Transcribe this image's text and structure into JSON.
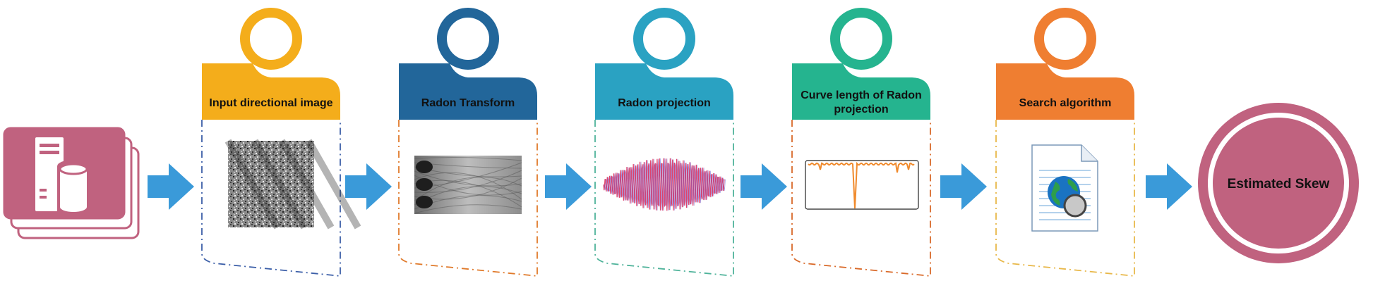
{
  "colors": {
    "source": "#c0627f",
    "arrow": "#3a9ad9",
    "end_ring": "#c0627f",
    "stages": [
      "#f4ad1b",
      "#22669a",
      "#2aa2c2",
      "#25b48f",
      "#ef7e31"
    ],
    "dash": [
      "#3c5fa8",
      "#e07a2b",
      "#4fb39a",
      "#d96a2a",
      "#e8b84a"
    ]
  },
  "stages": [
    {
      "label_lines": [
        "Input directional image"
      ],
      "content_icon": "noise-texture-image"
    },
    {
      "label_lines": [
        "Radon Transform"
      ],
      "content_icon": "radon-sinogram-image"
    },
    {
      "label_lines": [
        "Radon projection"
      ],
      "content_icon": "oscillating-waveform-image"
    },
    {
      "label_lines": [
        "Curve length of Radon",
        "projection"
      ],
      "content_icon": "curve-length-plot-image"
    },
    {
      "label_lines": [
        "Search algorithm"
      ],
      "content_icon": "web-document-icon"
    }
  ],
  "source_icon": "server-database-icon",
  "arrow_icon": "right-arrow-icon",
  "output": {
    "label": "Estimated Skew"
  }
}
